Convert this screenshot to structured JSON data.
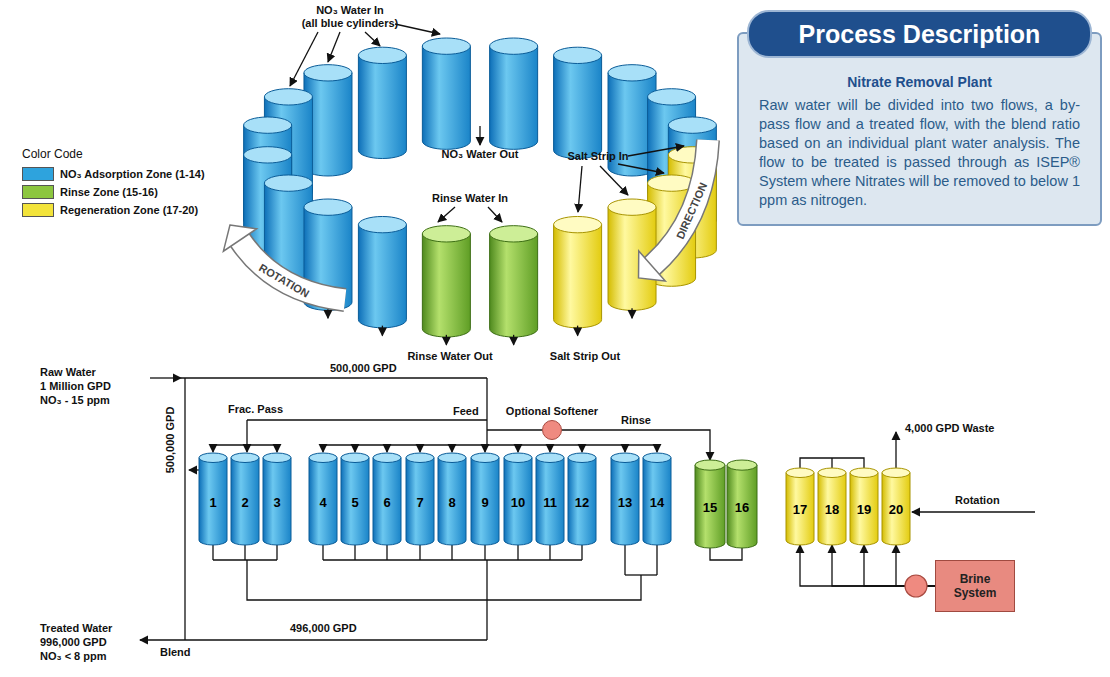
{
  "diagram": {
    "nodes": [
      {
        "text": [
          "Process Description",
          "Nitrate Removal Plant",
          "Raw water will be divided into two flows, a by-pass flow and a treated flow, with the blend ratio based on an individual plant water analysis. The flow to be treated is passed through as ISEP® System where Nitrates will be removed to below 1 ppm as nitrogen."
        ]
      },
      {
        "text": [
          "Optional Softener"
        ]
      },
      {
        "text": [
          "1"
        ]
      },
      {
        "text": [
          "2"
        ]
      },
      {
        "text": [
          "3"
        ]
      },
      {
        "text": [
          "4"
        ]
      },
      {
        "text": [
          "5"
        ]
      },
      {
        "text": [
          "6"
        ]
      },
      {
        "text": [
          "7"
        ]
      },
      {
        "text": [
          "8"
        ]
      },
      {
        "text": [
          "9"
        ]
      },
      {
        "text": [
          "10"
        ]
      },
      {
        "text": [
          "11"
        ]
      },
      {
        "text": [
          "12"
        ]
      },
      {
        "text": [
          "13"
        ]
      },
      {
        "text": [
          "14"
        ]
      },
      {
        "text": [
          "15"
        ]
      },
      {
        "text": [
          "16"
        ]
      },
      {
        "text": [
          "17"
        ]
      },
      {
        "text": [
          "18"
        ]
      },
      {
        "text": [
          "19"
        ]
      },
      {
        "text": [
          "20"
        ]
      },
      {
        "text": [
          "Brine System"
        ]
      }
    ],
    "edges": [
      {
        "from": 1,
        "to": 16,
        "arrow": "to",
        "label": "Rinse"
      },
      {
        "from": 22,
        "to": 18,
        "arrow": "to"
      },
      {
        "from": 22,
        "to": 19,
        "arrow": "to"
      },
      {
        "from": 22,
        "to": 20,
        "arrow": "to"
      },
      {
        "from": 22,
        "to": 21,
        "arrow": "to"
      }
    ],
    "labels": [
      "NO₃ Water In",
      "(all blue cylinders)",
      "NO₃ Water Out",
      "Rinse Water In",
      "Salt Strip In",
      "ROTATION",
      "DIRECTION",
      "Rinse Water Out",
      "Salt Strip Out",
      "Color Code",
      "Raw Water",
      "1 Million GPD",
      "NO₃ - 15 ppm",
      "500,000 GPD",
      "500,000 GPD",
      "Feed",
      "Frac. Pass",
      "4,000 GPD Waste",
      "Rotation",
      "496,000 GPD",
      "Treated Water",
      "996,000 GPD",
      "NO₃ < 8 ppm",
      "Blend"
    ],
    "legend": [
      {
        "text": "NO₃ Adsorption Zone (1-14)",
        "color": "#2ea3dd"
      },
      {
        "text": "Rinse Zone (15-16)",
        "color": "#8cc63f"
      },
      {
        "text": "Regeneration Zone (17-20)",
        "color": "#f2e33a"
      }
    ]
  }
}
